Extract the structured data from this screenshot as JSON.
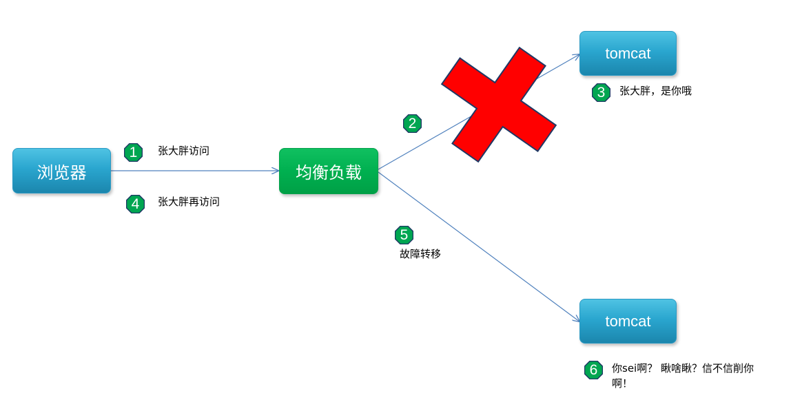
{
  "nodes": {
    "browser": "浏览器",
    "balancer": "均衡负载",
    "tomcat1": "tomcat",
    "tomcat2": "tomcat"
  },
  "steps": {
    "s1": {
      "number": "1",
      "text": "张大胖访问"
    },
    "s2": {
      "number": "2"
    },
    "s3": {
      "number": "3",
      "text": "张大胖，是你哦"
    },
    "s4": {
      "number": "4",
      "text": "张大胖再访问"
    },
    "s5": {
      "number": "5",
      "text": "故障转移"
    },
    "s6": {
      "number": "6",
      "text_line1": "你sei啊？ 瞅啥瞅？信不信削你",
      "text_line2": "啊！"
    }
  },
  "colors": {
    "node_blue": "#2aa6cf",
    "node_green": "#00b050",
    "arrow": "#4f81bd",
    "step_badge": "#00a651",
    "cross_fill": "#ff0000",
    "cross_stroke": "#1f3864"
  },
  "icons": {
    "failure_marker": "red-cross-icon",
    "step_badge": "octagon-icon"
  }
}
